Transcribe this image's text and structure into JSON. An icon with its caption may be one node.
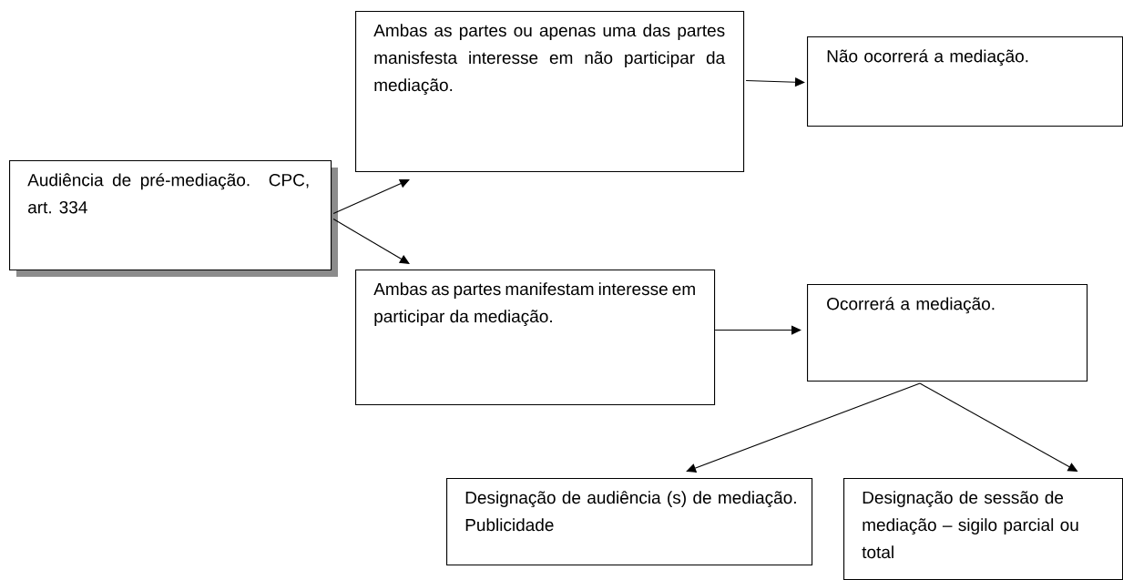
{
  "diagram": {
    "nodes": [
      {
        "text": [
          "Audiência de pré-mediação. CPC, art. 334"
        ]
      },
      {
        "text": [
          "Ambas as partes ou apenas uma das partes manisfesta interesse em não participar da mediação."
        ]
      },
      {
        "text": [
          "Não ocorrerá a mediação."
        ]
      },
      {
        "text": [
          "Ambas as partes manifestam interesse em participar da mediação."
        ]
      },
      {
        "text": [
          "Ocorrerá a mediação."
        ]
      },
      {
        "text": [
          "Designação de audiência (s) de mediação. Publicidade"
        ]
      },
      {
        "text": [
          "Designação de sessão de mediação – sigilo parcial ou total"
        ]
      }
    ],
    "edges": [
      {
        "from": 0,
        "to": 1,
        "arrow": "to"
      },
      {
        "from": 0,
        "to": 3,
        "arrow": "to"
      },
      {
        "from": 1,
        "to": 2,
        "arrow": "to"
      },
      {
        "from": 3,
        "to": 4,
        "arrow": "to"
      },
      {
        "from": 4,
        "to": 5,
        "arrow": "to"
      },
      {
        "from": 4,
        "to": 6,
        "arrow": "to"
      }
    ]
  }
}
